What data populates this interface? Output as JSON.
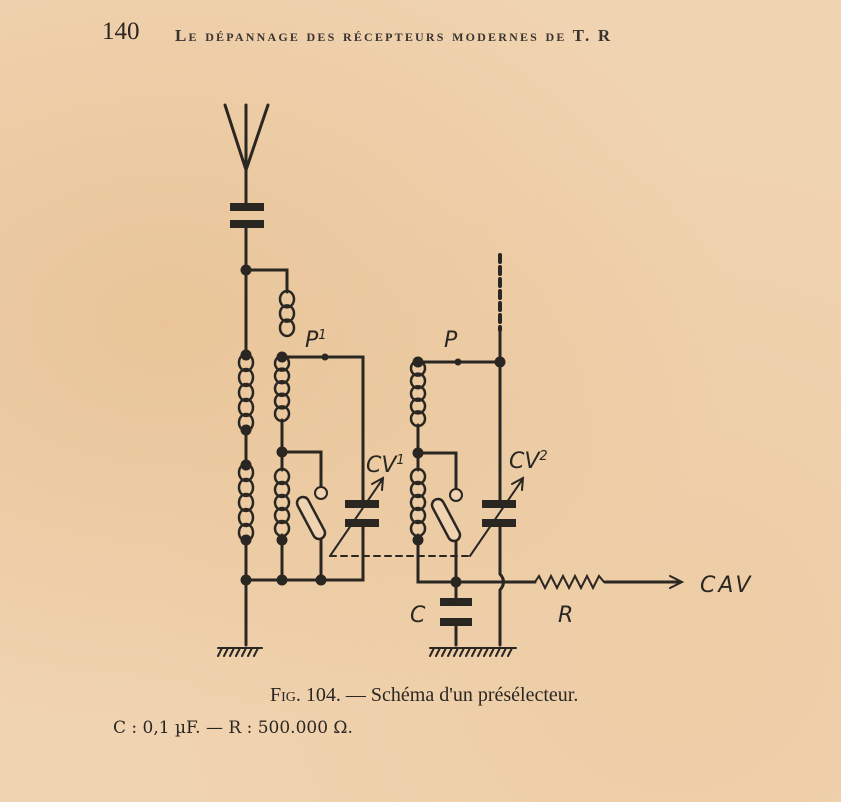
{
  "header": {
    "page_number": "140",
    "running_title": "Le dépannage des récepteurs modernes de T. R"
  },
  "diagram": {
    "labels": {
      "p1": "P",
      "p1_sup": "1",
      "p": "P",
      "cv1": "CV",
      "cv1_sup": "1",
      "cv2": "CV",
      "cv2_sup": "2",
      "c": "C",
      "r": "R",
      "cav": "CAV"
    }
  },
  "caption": {
    "figure": "Fig. 104.",
    "title": "— Schéma d'un présélecteur."
  },
  "values": "C : 0,1 µF. — R : 500.000 Ω."
}
